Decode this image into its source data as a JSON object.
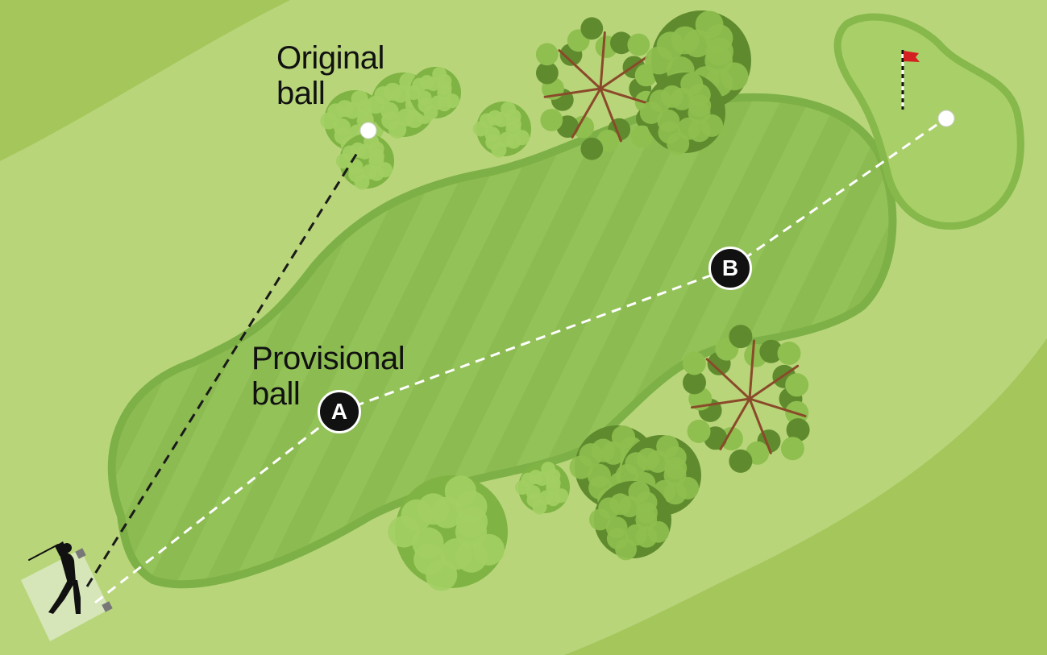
{
  "labels": {
    "original_line1": "Original",
    "original_line2": "ball",
    "provisional_line1": "Provisional",
    "provisional_line2": "ball"
  },
  "markers": {
    "a": "A",
    "b": "B"
  },
  "colors": {
    "rough_dark": "#a4c65a",
    "rough_light": "#b8d57a",
    "fairway": "#93c258",
    "fairway_stripe": "#87b64d",
    "fairway_edge": "#7db046",
    "green": "#a9cf69",
    "tee_box": "#d6e6b8",
    "flag": "#d42020",
    "tree_light": "#8fbf4f",
    "tree_dark": "#5f8b2e",
    "trunk": "#8a4a2a"
  },
  "icons": {
    "golfer": "golfer-silhouette-icon",
    "flag": "flag-pin-icon",
    "ball": "golf-ball-icon"
  }
}
